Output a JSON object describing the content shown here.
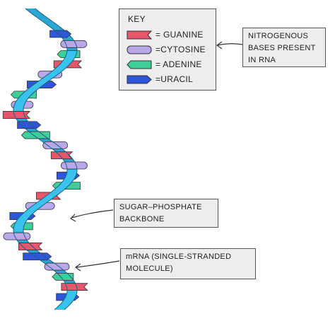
{
  "key": {
    "title": "KEY",
    "items": [
      {
        "label": "= GUANINE",
        "color": "#e8566b",
        "shape": "notched"
      },
      {
        "label": "=CYTOSINE",
        "color": "#b8a8ea",
        "shape": "rounded"
      },
      {
        "label": "= ADENINE",
        "color": "#3dcf9a",
        "shape": "notched"
      },
      {
        "label": "=URACIL",
        "color": "#2f55d9",
        "shape": "pointed"
      }
    ]
  },
  "callouts": {
    "bases": {
      "lines": [
        "NITROGENOUS",
        "BASES PRESENT",
        "IN  RNA"
      ]
    },
    "backbone": {
      "lines": [
        "SUGAR–PHOSPHATE",
        "BACKBONE"
      ]
    },
    "mrna": {
      "lines": [
        "mRNA (SINGLE-STRANDED",
        "MOLECULE)"
      ]
    }
  },
  "colors": {
    "backbone": "#38c2ec",
    "backbone_outline": "#1b5f88",
    "box_fill": "#ededed",
    "outline": "#333333"
  },
  "strand_bases": [
    "uracil",
    "cytosine",
    "adenine",
    "guanine",
    "cytosine",
    "uracil",
    "adenine",
    "cytosine",
    "guanine",
    "uracil",
    "adenine",
    "cytosine",
    "guanine",
    "cytosine",
    "uracil",
    "adenine",
    "guanine",
    "cytosine",
    "uracil",
    "adenine",
    "cytosine",
    "guanine",
    "uracil",
    "cytosine",
    "adenine",
    "guanine",
    "uracil"
  ]
}
